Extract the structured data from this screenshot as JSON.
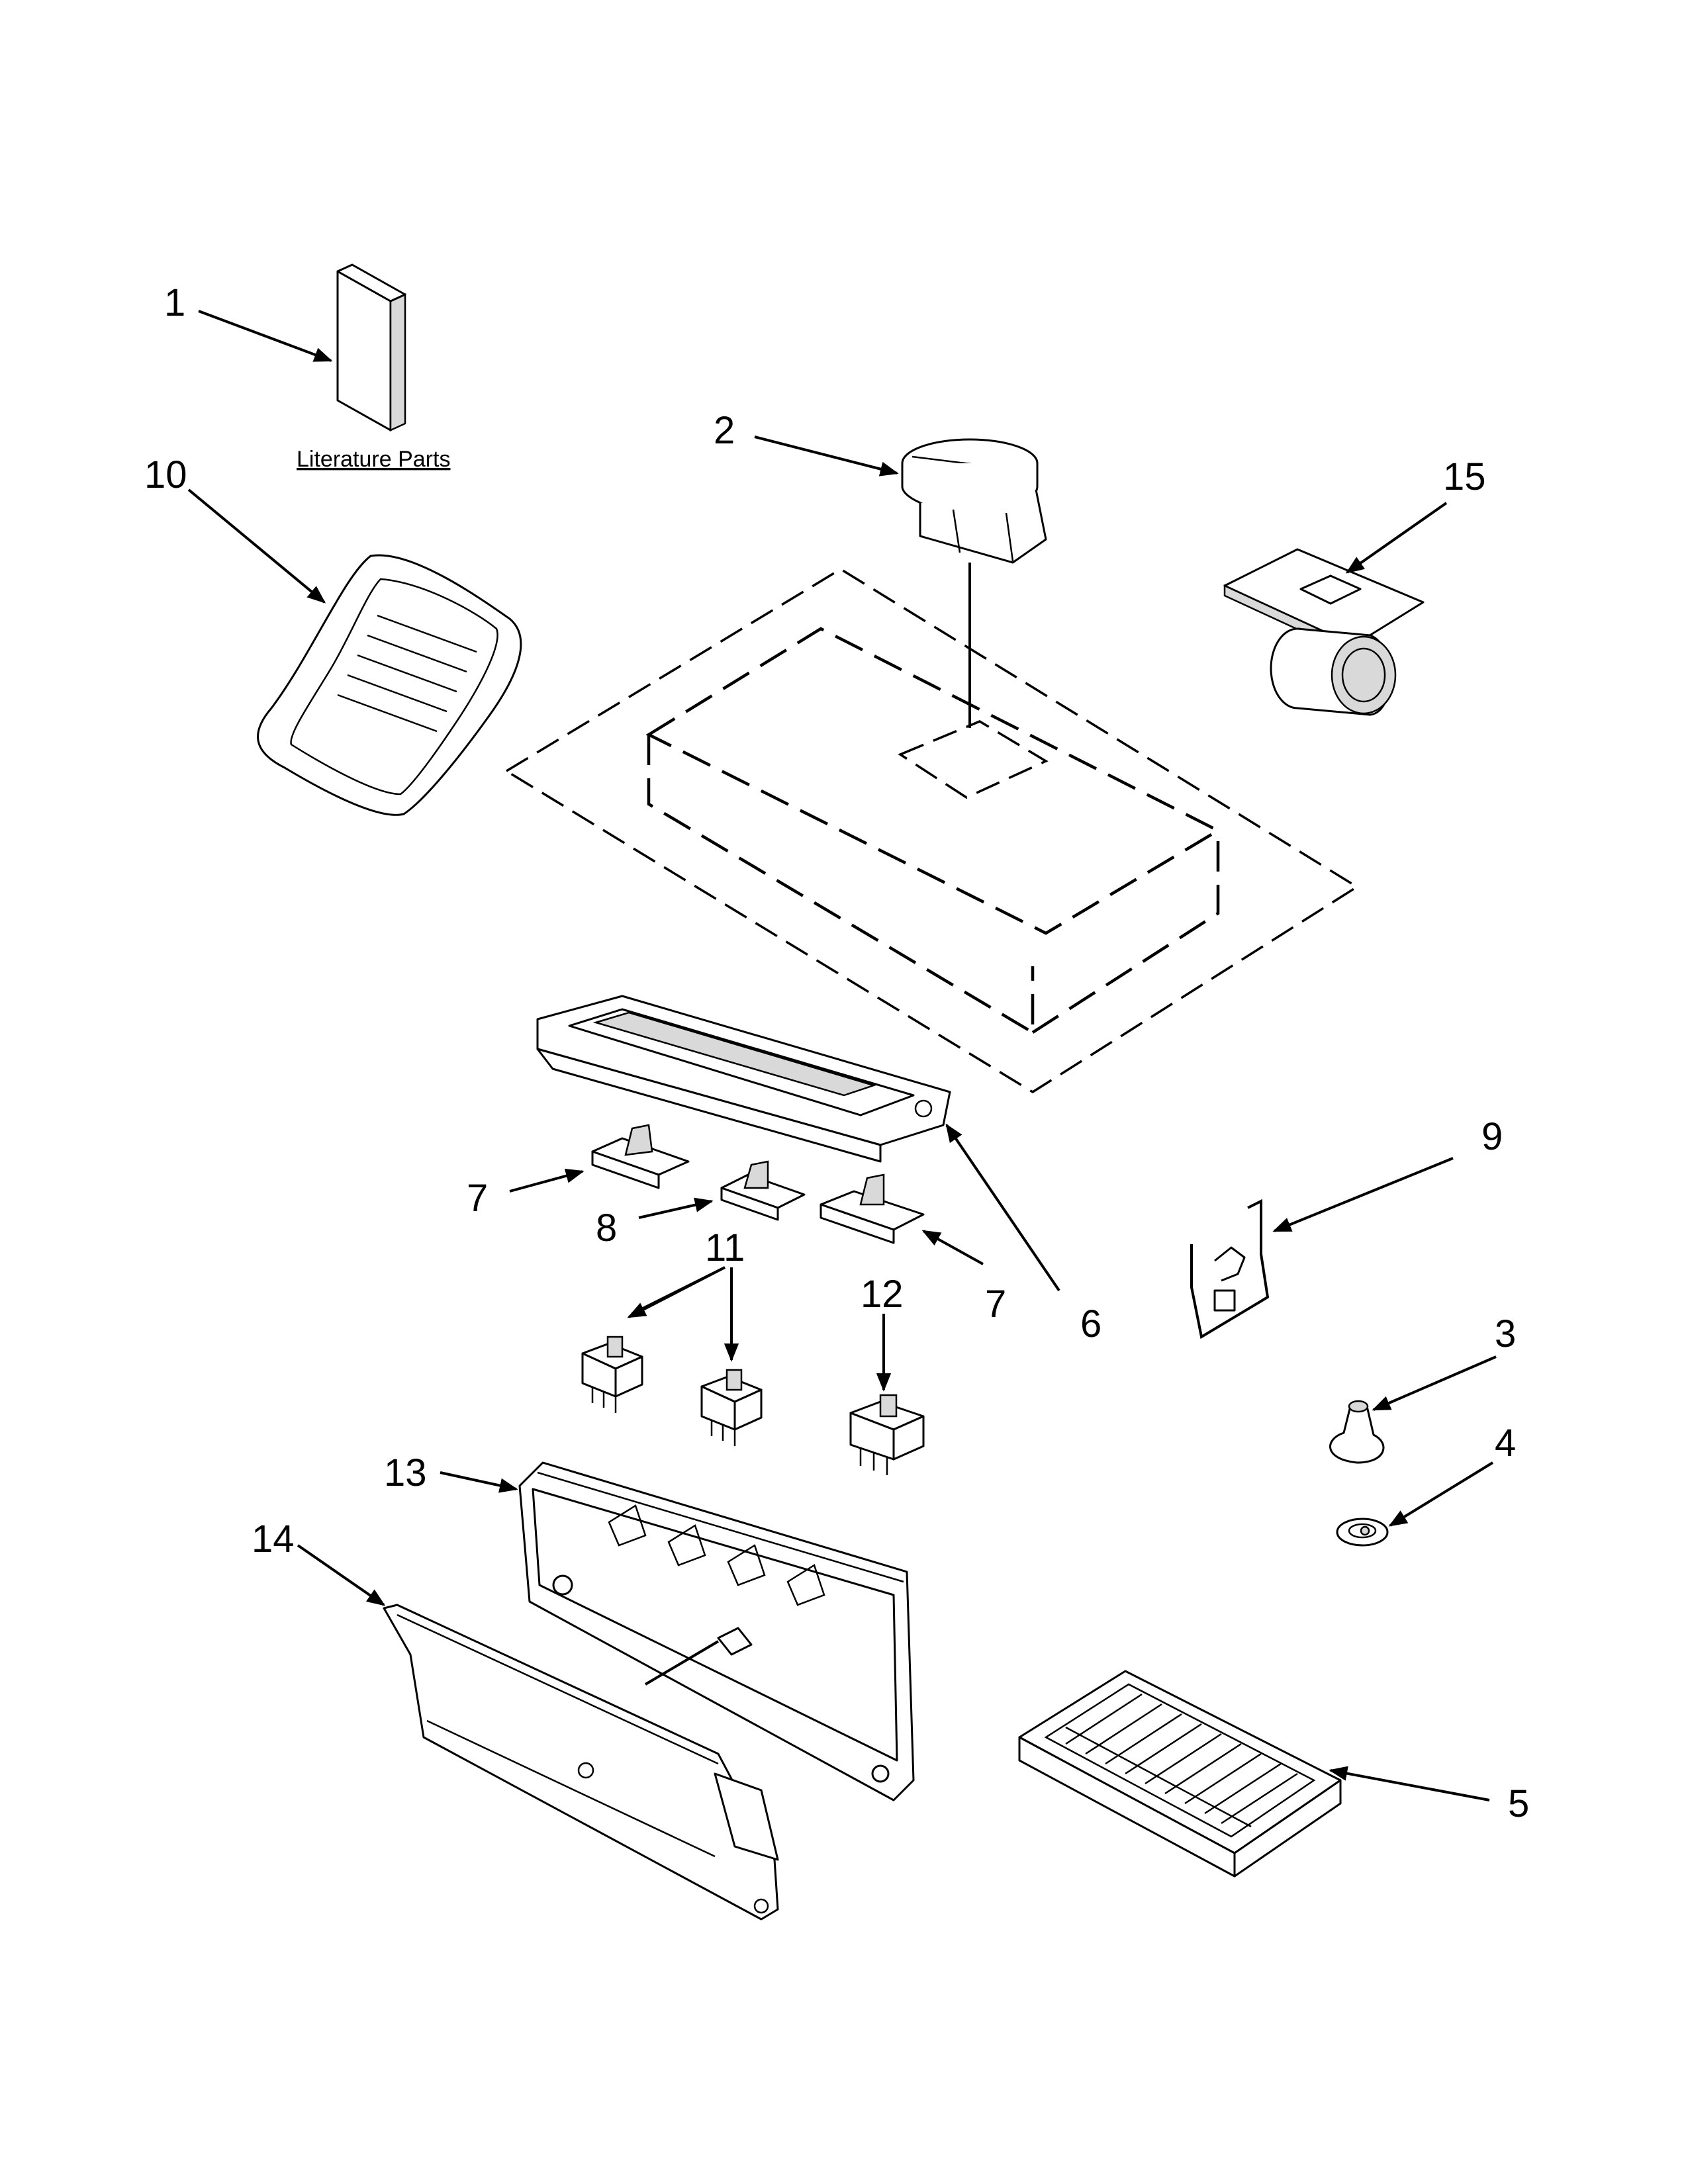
{
  "literature_caption": "Literature Parts",
  "callouts": [
    "1",
    "2",
    "3",
    "4",
    "5",
    "6",
    "7",
    "7",
    "8",
    "9",
    "10",
    "11",
    "12",
    "13",
    "14",
    "15"
  ]
}
